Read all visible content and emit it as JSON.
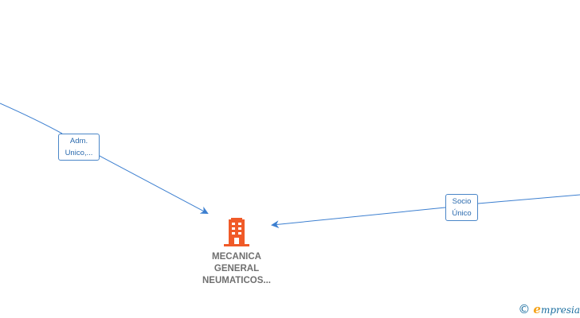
{
  "diagram": {
    "nodes": {
      "company": {
        "name_lines": [
          "MECANICA",
          "GENERAL",
          "NEUMATICOS..."
        ],
        "icon": "building-icon",
        "color": "#f05a28"
      }
    },
    "edges": [
      {
        "id": "adm",
        "label_lines": [
          "Adm.",
          "Unico,..."
        ],
        "to": "company"
      },
      {
        "id": "socio",
        "label_lines": [
          "Socio",
          "Único"
        ],
        "to": "company"
      }
    ],
    "edge_color": "#3c7fd0"
  },
  "brand": {
    "copyright_symbol": "©",
    "logo_initial": "e",
    "logo_rest": "mpresia",
    "initial_color": "#f5a31a",
    "text_color": "#1c6fa0"
  }
}
